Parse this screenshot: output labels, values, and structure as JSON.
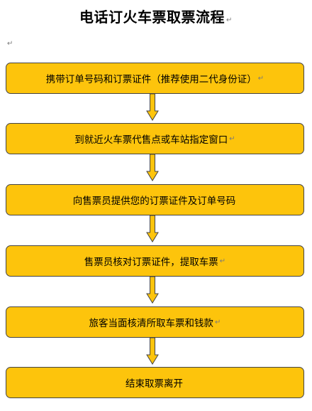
{
  "title": "电话订火车票取票流程",
  "paragraph_mark": "↵",
  "colors": {
    "box_fill": "#fdc40c",
    "box_border": "#444444",
    "arrow_fill": "#fdc40c",
    "mark_gray": "#7a7a7a"
  },
  "steps": [
    {
      "label": "携带订单号码和订票证件（推荐使用二代身份证）",
      "mark": "↵"
    },
    {
      "label": "到就近火车票代售点或车站指定窗口",
      "mark": "↵"
    },
    {
      "label": "向售票员提供您的订票证件及订单号码",
      "mark": ""
    },
    {
      "label": "售票员核对订票证件，提取车票",
      "mark": "↵"
    },
    {
      "label": "旅客当面核清所取车票和钱款",
      "mark": "↵"
    },
    {
      "label": "结束取票离开",
      "mark": ""
    }
  ]
}
